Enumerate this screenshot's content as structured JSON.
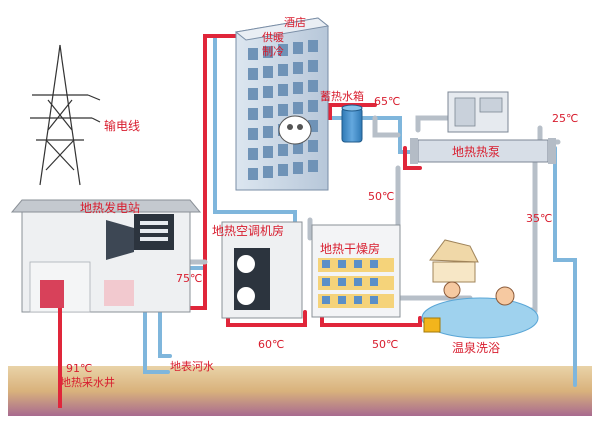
{
  "labels": {
    "hotel": "酒店",
    "heating": "供暖",
    "cooling": "制冷",
    "power_line": "输电线",
    "storage_tank": "蓄热水箱",
    "t65": "65℃",
    "heat_pump": "地热热泵",
    "t25": "25℃",
    "t50_upper": "50℃",
    "t35": "35℃",
    "power_station": "地热发电站",
    "hvac_room": "地热空调机房",
    "drying_room": "地热干燥房",
    "t75": "75℃",
    "t60": "60℃",
    "t50_lower": "50℃",
    "hot_spring": "温泉洗浴",
    "t91": "91℃",
    "well": "地热采水井",
    "surface_water": "地表河水"
  },
  "colors": {
    "hot_pipe": "#e0263a",
    "cold_pipe": "#7fb6dc",
    "label_red": "#d81d2e",
    "building": "#cfd9e6",
    "ground": "#d9b27c"
  },
  "icons": [
    "power-tower-icon",
    "hotel-building-icon",
    "storage-tank-icon",
    "heat-pump-icon",
    "generator-icon",
    "hvac-unit-icon",
    "dryer-rack-icon",
    "bathers-icon"
  ]
}
